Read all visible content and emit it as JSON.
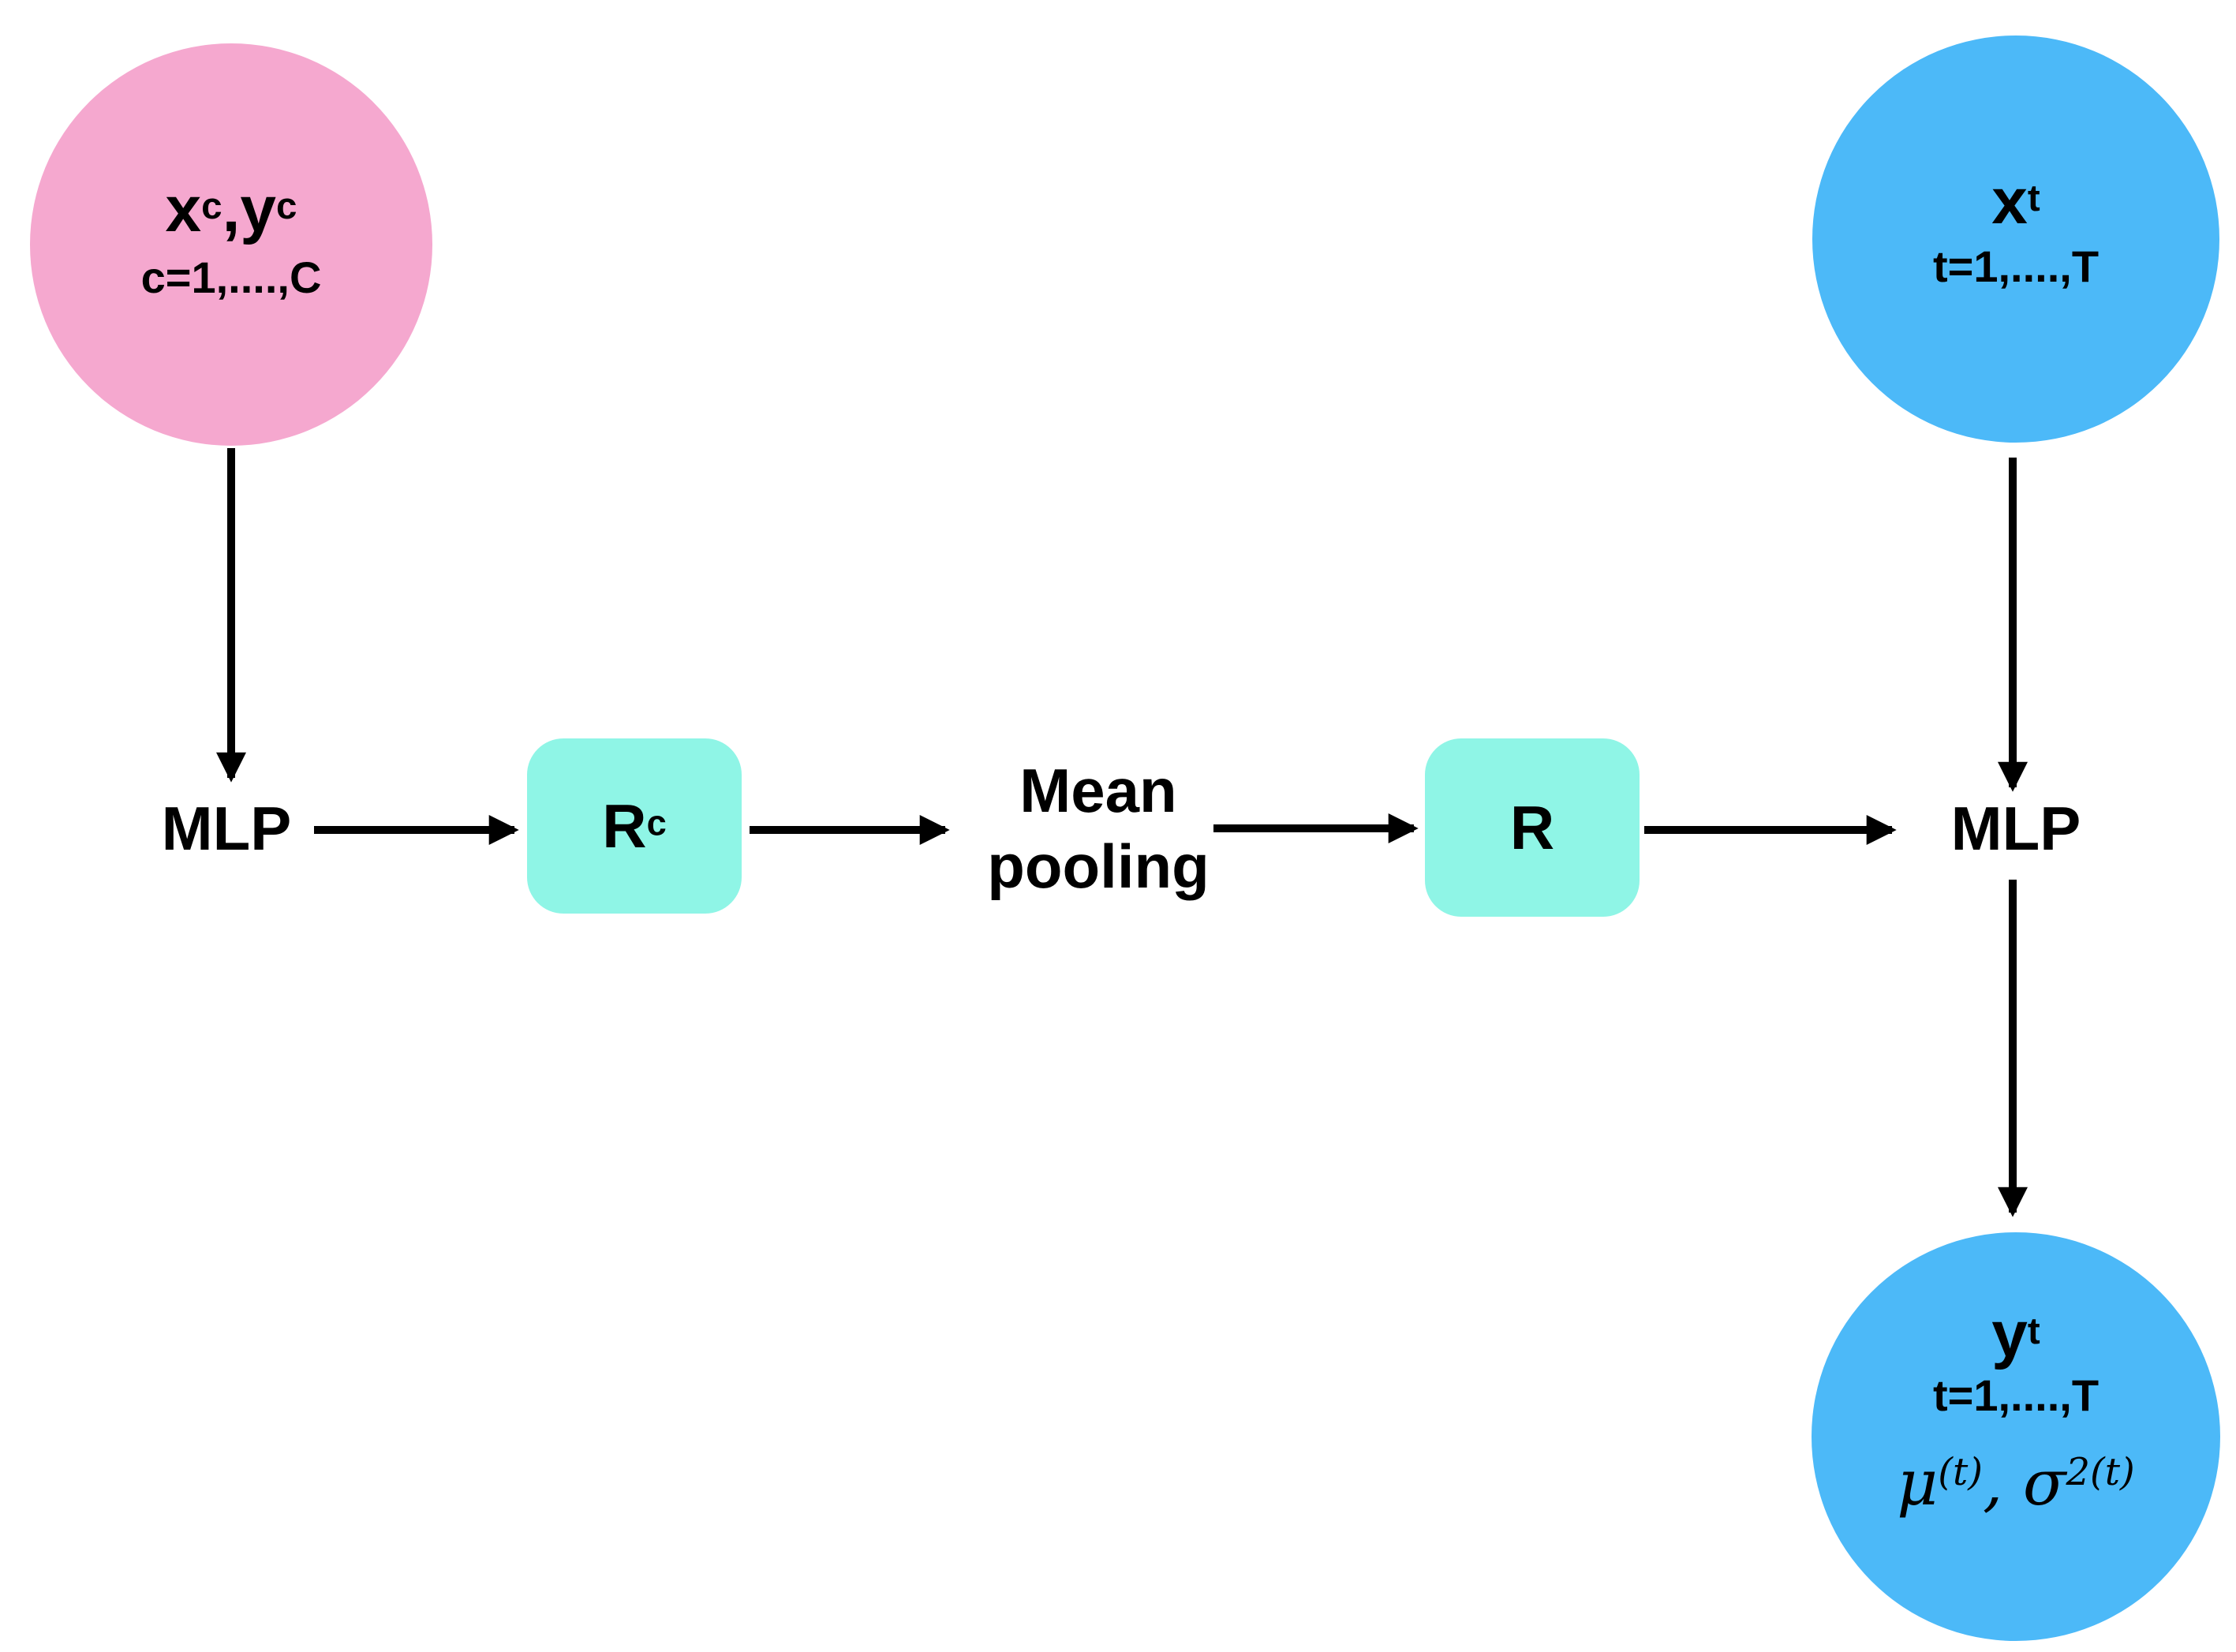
{
  "diagram": {
    "context_circle": {
      "base1": "x",
      "sup1": "c",
      "base2": ",y",
      "sup2": "c",
      "range": "c=1,....,C"
    },
    "encoder_mlp_label": "MLP",
    "rc_box": {
      "base": "R",
      "sup": "c"
    },
    "mean_pooling": {
      "line1": "Mean",
      "line2": "pooling"
    },
    "r_box": {
      "label": "R"
    },
    "decoder_mlp_label": "MLP",
    "target_circle": {
      "base": "x",
      "sup": "t",
      "range": "t=1,....,T"
    },
    "prediction_circle": {
      "base": "y",
      "sup": "t",
      "range": "t=1,....,T",
      "mu_base": "μ",
      "mu_sup": "(t)",
      "separator": ", ",
      "sigma_base": "σ",
      "sigma_sup": "2(t)"
    }
  },
  "colors": {
    "context-fill": "#F5A8CF",
    "target-fill": "#4CB9F8",
    "box-fill": "#8FF5E6",
    "ink": "#000000",
    "page-bg": "#FFFFFF"
  }
}
